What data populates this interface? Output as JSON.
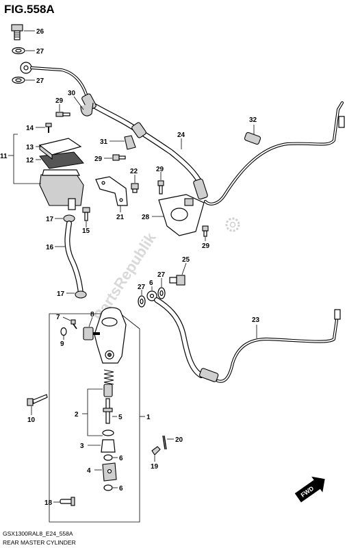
{
  "figure": {
    "title": "FIG.558A",
    "code": "GSX1300RAL8_E24_558A",
    "caption": "REAR MASTER CYLINDER",
    "watermark": "PartsRepublik",
    "fwd_label": "FWD"
  },
  "callouts": {
    "c1": "1",
    "c2": "2",
    "c3": "3",
    "c4": "4",
    "c5": "5",
    "c6a": "6",
    "c6b": "6",
    "c6c": "6",
    "c7": "7",
    "c8": "8",
    "c9": "9",
    "c10": "10",
    "c11": "11",
    "c12": "12",
    "c13": "13",
    "c14": "14",
    "c15": "15",
    "c16": "16",
    "c17a": "17",
    "c17b": "17",
    "c18": "18",
    "c19": "19",
    "c20": "20",
    "c21": "21",
    "c22": "22",
    "c23": "23",
    "c24": "24",
    "c25": "25",
    "c26": "26",
    "c27a": "27",
    "c27b": "27",
    "c27c": "27",
    "c27d": "27",
    "c28": "28",
    "c29a": "29",
    "c29b": "29",
    "c29c": "29",
    "c29d": "29",
    "c30": "30",
    "c31": "31",
    "c32": "32"
  },
  "icons": {
    "gear": "gear-icon",
    "fwd_arrow": "fwd-arrow-icon"
  }
}
